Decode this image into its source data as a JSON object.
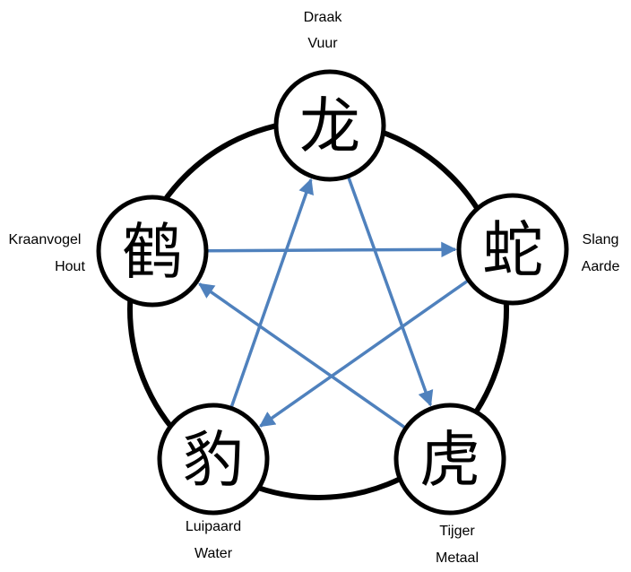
{
  "colors": {
    "arrow": "#4f81bd",
    "stroke": "#000000",
    "background": "#ffffff"
  },
  "nodes": [
    {
      "id": "dragon",
      "glyph": "龙",
      "animal": "Draak",
      "element": "Vuur"
    },
    {
      "id": "snake",
      "glyph": "蛇",
      "animal": "Slang",
      "element": "Aarde"
    },
    {
      "id": "tiger",
      "glyph": "虎",
      "animal": "Tijger",
      "element": "Metaal"
    },
    {
      "id": "leopard",
      "glyph": "豹",
      "animal": "Luipaard",
      "element": "Water"
    },
    {
      "id": "crane",
      "glyph": "鹤",
      "animal": "Kraanvogel",
      "element": "Hout"
    }
  ],
  "arrows": [
    {
      "from": "dragon",
      "to": "tiger"
    },
    {
      "from": "tiger",
      "to": "crane"
    },
    {
      "from": "crane",
      "to": "snake"
    },
    {
      "from": "snake",
      "to": "leopard"
    },
    {
      "from": "leopard",
      "to": "dragon"
    }
  ]
}
